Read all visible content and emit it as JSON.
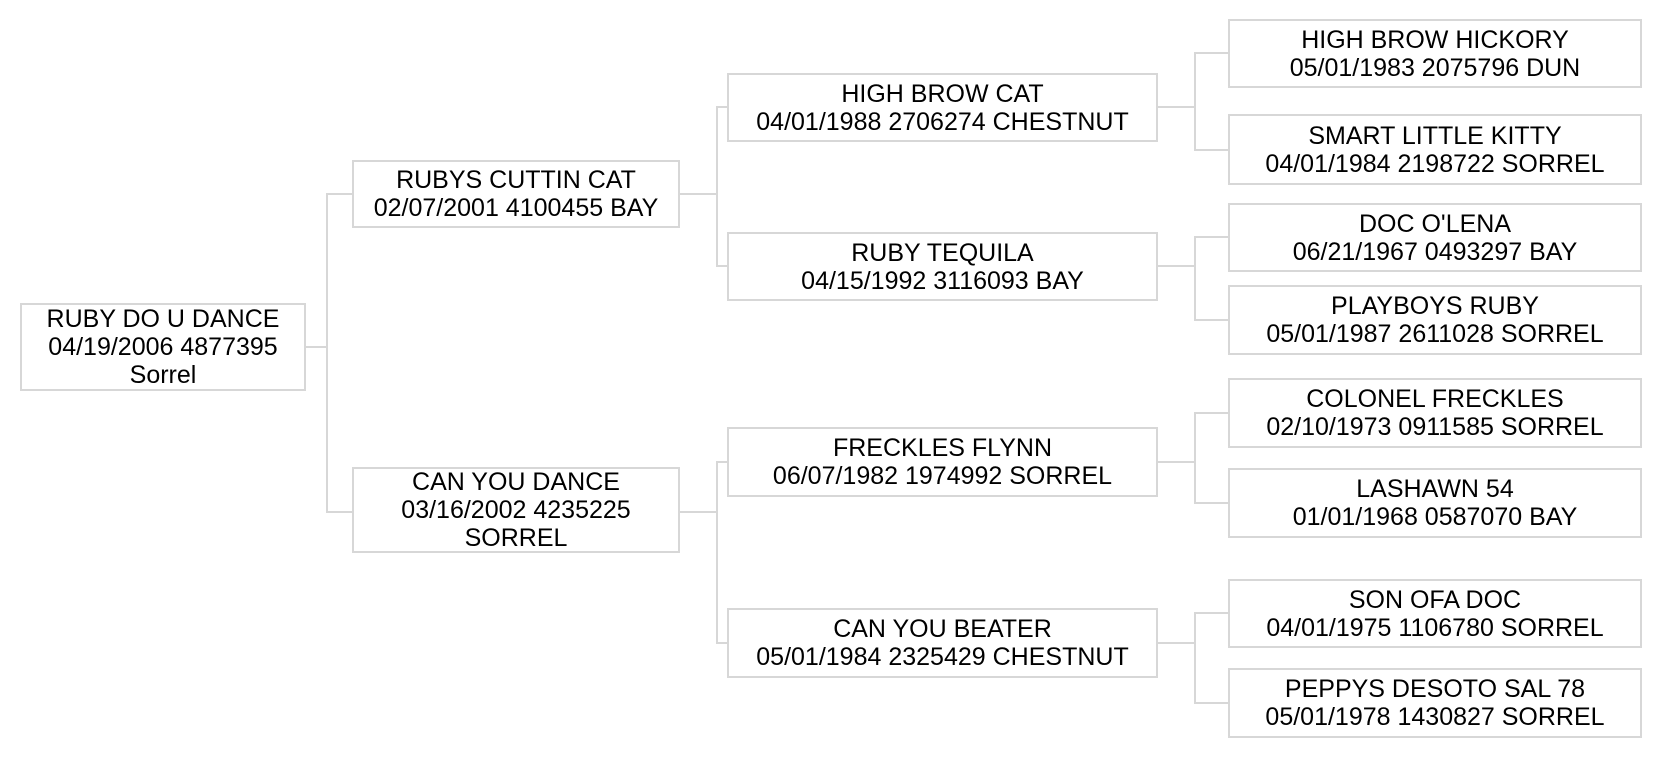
{
  "pedigree": {
    "subject": {
      "name": "RUBY DO U DANCE",
      "details": "04/19/2006 4877395",
      "color": "Sorrel"
    },
    "parents": [
      {
        "name": "RUBYS CUTTIN CAT",
        "details": "02/07/2001 4100455 BAY"
      },
      {
        "name": "CAN YOU DANCE",
        "details": "03/16/2002 4235225",
        "color": "SORREL"
      }
    ],
    "grandparents": [
      {
        "name": "HIGH BROW CAT",
        "details": "04/01/1988 2706274 CHESTNUT"
      },
      {
        "name": "RUBY TEQUILA",
        "details": "04/15/1992 3116093 BAY"
      },
      {
        "name": "FRECKLES FLYNN",
        "details": "06/07/1982 1974992 SORREL"
      },
      {
        "name": "CAN YOU BEATER",
        "details": "05/01/1984 2325429 CHESTNUT"
      }
    ],
    "great_grandparents": [
      {
        "name": "HIGH BROW HICKORY",
        "details": "05/01/1983 2075796 DUN"
      },
      {
        "name": "SMART LITTLE KITTY",
        "details": "04/01/1984 2198722 SORREL"
      },
      {
        "name": "DOC O'LENA",
        "details": "06/21/1967 0493297 BAY"
      },
      {
        "name": "PLAYBOYS RUBY",
        "details": "05/01/1987 2611028 SORREL"
      },
      {
        "name": "COLONEL FRECKLES",
        "details": "02/10/1973 0911585 SORREL"
      },
      {
        "name": "LASHAWN 54",
        "details": "01/01/1968 0587070 BAY"
      },
      {
        "name": "SON OFA DOC",
        "details": "04/01/1975 1106780 SORREL"
      },
      {
        "name": "PEPPYS DESOTO SAL 78",
        "details": "05/01/1978 1430827 SORREL"
      }
    ]
  },
  "colors": {
    "line": "#d7d7d7",
    "box_border": "#d7d7d7",
    "text": "#000000",
    "background": "#ffffff"
  }
}
